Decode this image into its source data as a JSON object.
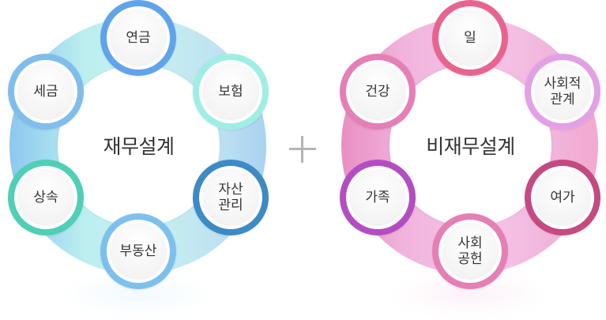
{
  "left_cycle": {
    "center_label": "재무설계",
    "nodes": [
      {
        "label": "연금",
        "color": "#5fa4ea"
      },
      {
        "label": "보험",
        "color": "#9feee4"
      },
      {
        "label": "자산\n관리",
        "color": "#3d8ac4"
      },
      {
        "label": "부동산",
        "color": "#7cc1ee"
      },
      {
        "label": "상속",
        "color": "#4fcfb5"
      },
      {
        "label": "세금",
        "color": "#7fbdeb"
      }
    ]
  },
  "operator": "+",
  "right_cycle": {
    "center_label": "비재무설계",
    "nodes": [
      {
        "label": "일",
        "color": "#e8648f"
      },
      {
        "label": "사회적\n관계",
        "color": "#e2a0e6"
      },
      {
        "label": "여가",
        "color": "#c44a81"
      },
      {
        "label": "사회\n공헌",
        "color": "#e57fb4"
      },
      {
        "label": "가족",
        "color": "#b24ec2"
      },
      {
        "label": "건강",
        "color": "#e47fb7"
      }
    ]
  }
}
